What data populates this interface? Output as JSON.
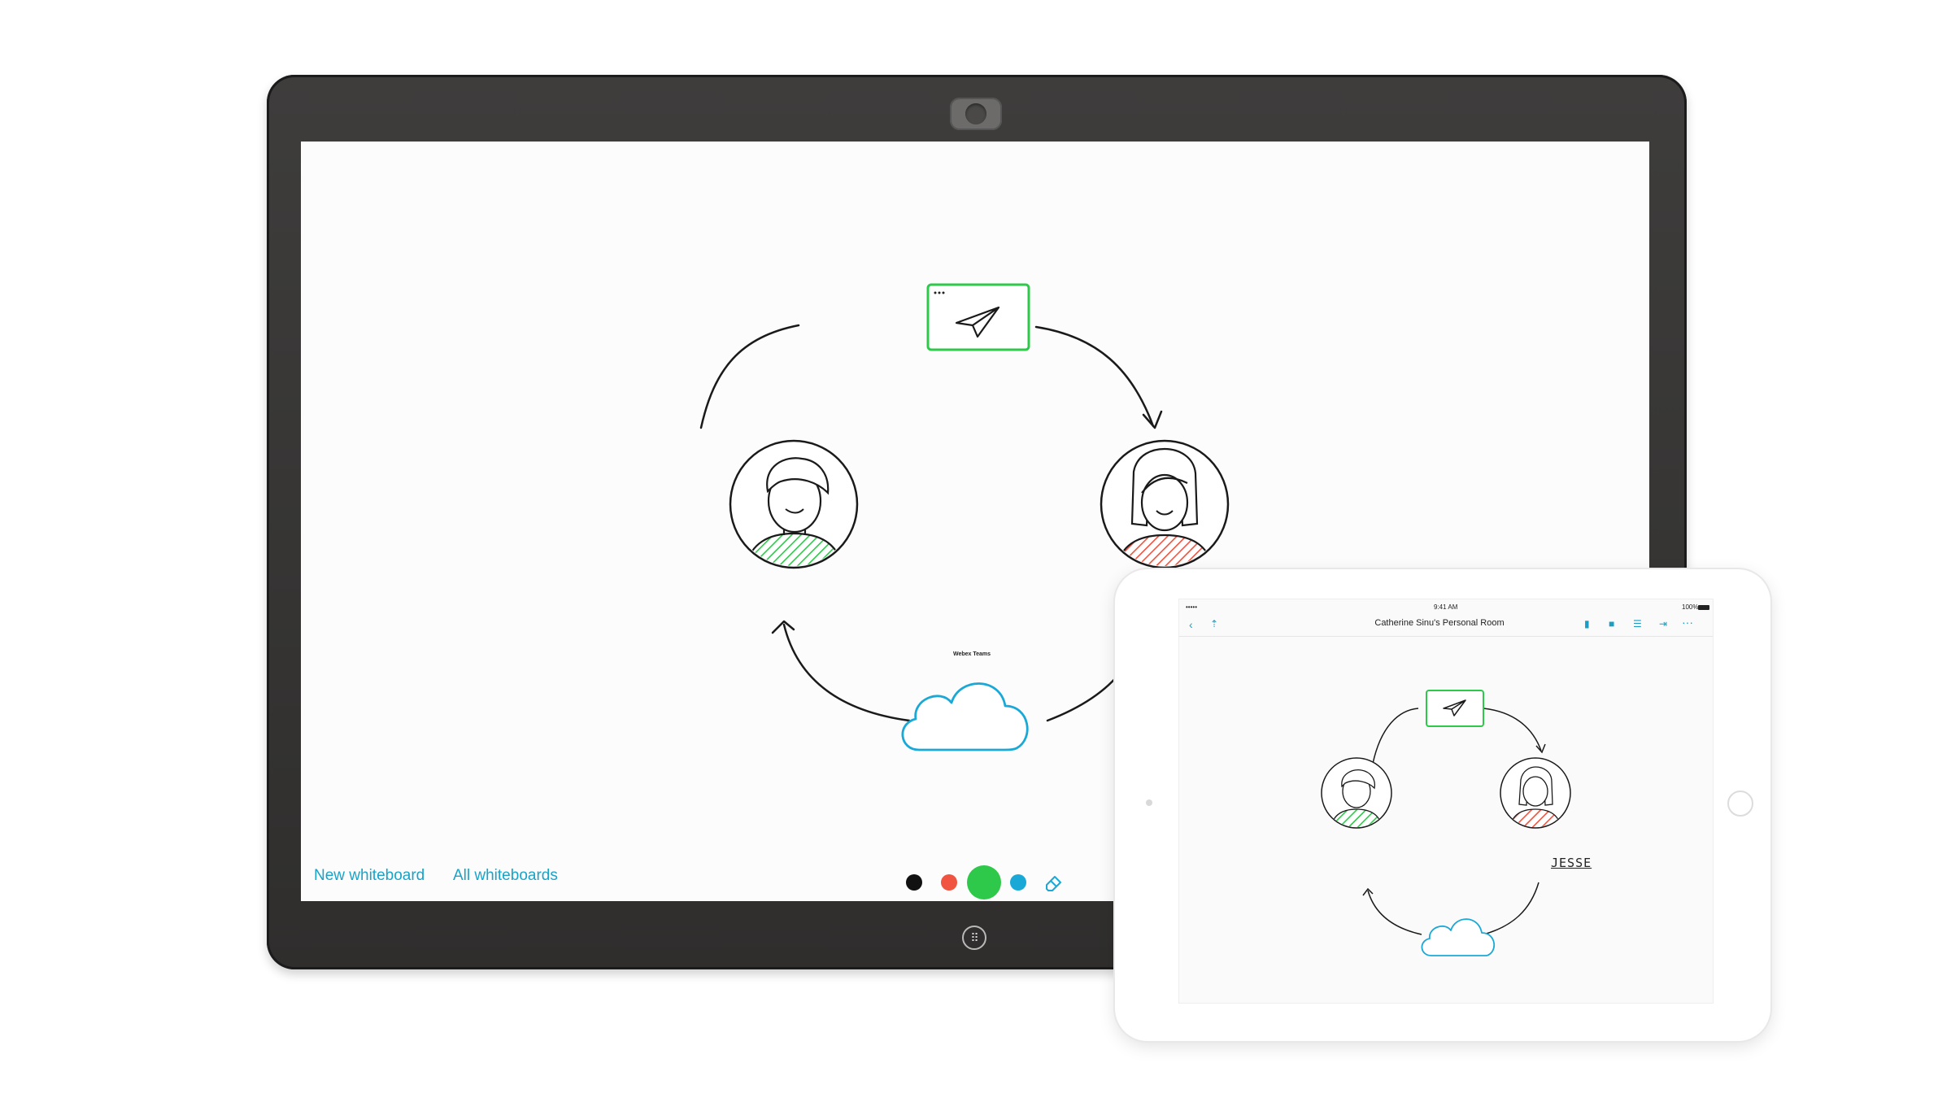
{
  "board": {
    "links": {
      "new_whiteboard": "New whiteboard",
      "all_whiteboards": "All whiteboards"
    },
    "canvas_label": "Webex Teams",
    "colors": {
      "black": "#111111",
      "red": "#f0533f",
      "green": "#2ec84a",
      "blue": "#1aa9d6",
      "accent": "#1aa3c8"
    },
    "selected_color": "green",
    "icons": [
      "apps-grid-icon",
      "eraser-icon",
      "paper-plane-icon",
      "cloud-icon"
    ]
  },
  "tablet": {
    "status": {
      "carrier": "•••••",
      "time": "9:41 AM",
      "battery": "100%"
    },
    "title": "Catherine Sinu's Personal Room",
    "icons": [
      "back-icon",
      "share-icon",
      "mute-icon",
      "video-icon",
      "participants-icon",
      "leave-icon",
      "more-icon"
    ],
    "signature_text": "JESSE"
  }
}
